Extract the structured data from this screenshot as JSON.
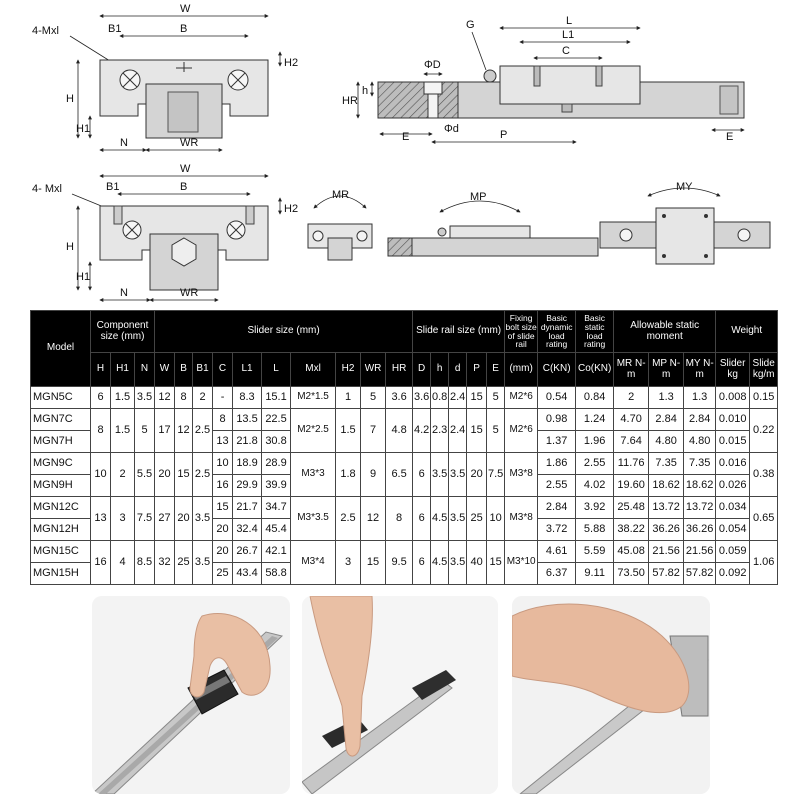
{
  "diagrams": {
    "front_top": {
      "labels": {
        "screw": "4-Mxl",
        "b1": "B1",
        "b": "B",
        "w": "W",
        "h2": "H2",
        "h": "H",
        "h1": "H1",
        "n": "N",
        "wr": "WR"
      }
    },
    "side": {
      "labels": {
        "g": "G",
        "l": "L",
        "l1": "L1",
        "c": "C",
        "phi_d": "ΦD",
        "hr": "HR",
        "h": "h",
        "phi_d_small": "Φd",
        "e_left": "E",
        "p": "P",
        "e_right": "E"
      }
    },
    "front_bottom": {
      "labels": {
        "screw": "4- Mxl",
        "b1": "B1",
        "b": "B",
        "w": "W",
        "h2": "H2",
        "h": "H",
        "h1": "H1",
        "n": "N",
        "wr": "WR"
      }
    },
    "moments": {
      "mr": "MR",
      "mp": "MP",
      "my": "MY"
    }
  },
  "table": {
    "headers": {
      "model": "Model",
      "component_size": "Component size (mm)",
      "slider_size": "Slider size (mm)",
      "slide_rail_size": "Slide rail size (mm)",
      "fixing_bolt": "Fixing bolt size of slide rail",
      "basic_dynamic": "Basic dynamic load rating",
      "basic_static": "Basic static load rating",
      "allowable_moment": "Allowable static moment",
      "weight": "Weight"
    },
    "subheaders": [
      "H",
      "H1",
      "N",
      "W",
      "B",
      "B1",
      "C",
      "L1",
      "L",
      "Mxl",
      "H2",
      "WR",
      "HR",
      "D",
      "h",
      "d",
      "P",
      "E",
      "(mm)",
      "C(KN)",
      "Co(KN)",
      "MR N-m",
      "MP N-m",
      "MY N-m",
      "Slider kg",
      "Slide kg/m"
    ],
    "rows": [
      {
        "model": "MGN5C",
        "H": "6",
        "H1": "1.5",
        "N": "3.5",
        "W": "12",
        "B": "8",
        "B1": "2",
        "C": "-",
        "L1": "8.3",
        "L": "15.1",
        "Mxl": "M2*1.5",
        "H2": "1",
        "WR": "5",
        "HR": "3.6",
        "D": "3.6",
        "h": "0.8",
        "d": "2.4",
        "P": "15",
        "E": "5",
        "bolt": "M2*6",
        "C_KN": "0.54",
        "Co_KN": "0.84",
        "MR": "2",
        "MP": "1.3",
        "MY": "1.3",
        "slider_kg": "0.008",
        "slide_kgm": "0.15"
      },
      {
        "model": "MGN7C",
        "H": "8",
        "H1": "1.5",
        "N": "5",
        "W": "17",
        "B": "12",
        "B1": "2.5",
        "C": "8",
        "L1": "13.5",
        "L": "22.5",
        "Mxl": "M2*2.5",
        "H2": "1.5",
        "WR": "7",
        "HR": "4.8",
        "D": "4.2",
        "h": "2.3",
        "d": "2.4",
        "P": "15",
        "E": "5",
        "bolt": "M2*6",
        "C_KN": "0.98",
        "Co_KN": "1.24",
        "MR": "4.70",
        "MP": "2.84",
        "MY": "2.84",
        "slider_kg": "0.010",
        "slide_kgm": "0.22"
      },
      {
        "model": "MGN7H",
        "C": "13",
        "L1": "21.8",
        "L": "30.8",
        "C_KN": "1.37",
        "Co_KN": "1.96",
        "MR": "7.64",
        "MP": "4.80",
        "MY": "4.80",
        "slider_kg": "0.015"
      },
      {
        "model": "MGN9C",
        "H": "10",
        "H1": "2",
        "N": "5.5",
        "W": "20",
        "B": "15",
        "B1": "2.5",
        "C": "10",
        "L1": "18.9",
        "L": "28.9",
        "Mxl": "M3*3",
        "H2": "1.8",
        "WR": "9",
        "HR": "6.5",
        "D": "6",
        "h": "3.5",
        "d": "3.5",
        "P": "20",
        "E": "7.5",
        "bolt": "M3*8",
        "C_KN": "1.86",
        "Co_KN": "2.55",
        "MR": "11.76",
        "MP": "7.35",
        "MY": "7.35",
        "slider_kg": "0.016",
        "slide_kgm": "0.38"
      },
      {
        "model": "MGN9H",
        "C": "16",
        "L1": "29.9",
        "L": "39.9",
        "C_KN": "2.55",
        "Co_KN": "4.02",
        "MR": "19.60",
        "MP": "18.62",
        "MY": "18.62",
        "slider_kg": "0.026"
      },
      {
        "model": "MGN12C",
        "H": "13",
        "H1": "3",
        "N": "7.5",
        "W": "27",
        "B": "20",
        "B1": "3.5",
        "C": "15",
        "L1": "21.7",
        "L": "34.7",
        "Mxl": "M3*3.5",
        "H2": "2.5",
        "WR": "12",
        "HR": "8",
        "D": "6",
        "h": "4.5",
        "d": "3.5",
        "P": "25",
        "E": "10",
        "bolt": "M3*8",
        "C_KN": "2.84",
        "Co_KN": "3.92",
        "MR": "25.48",
        "MP": "13.72",
        "MY": "13.72",
        "slider_kg": "0.034",
        "slide_kgm": "0.65"
      },
      {
        "model": "MGN12H",
        "C": "20",
        "L1": "32.4",
        "L": "45.4",
        "C_KN": "3.72",
        "Co_KN": "5.88",
        "MR": "38.22",
        "MP": "36.26",
        "MY": "36.26",
        "slider_kg": "0.054"
      },
      {
        "model": "MGN15C",
        "H": "16",
        "H1": "4",
        "N": "8.5",
        "W": "32",
        "B": "25",
        "B1": "3.5",
        "C": "20",
        "L1": "26.7",
        "L": "42.1",
        "Mxl": "M3*4",
        "H2": "3",
        "WR": "15",
        "HR": "9.5",
        "D": "6",
        "h": "4.5",
        "d": "3.5",
        "P": "40",
        "E": "15",
        "bolt": "M3*10",
        "C_KN": "4.61",
        "Co_KN": "5.59",
        "MR": "45.08",
        "MP": "21.56",
        "MY": "21.56",
        "slider_kg": "0.059",
        "slide_kgm": "1.06"
      },
      {
        "model": "MGN15H",
        "C": "25",
        "L1": "43.4",
        "L": "58.8",
        "C_KN": "6.37",
        "Co_KN": "9.11",
        "MR": "73.50",
        "MP": "57.82",
        "MY": "57.82",
        "slider_kg": "0.092"
      }
    ]
  },
  "colors": {
    "header_bg": "#000000",
    "header_text": "#ffffff",
    "metal": "#e6e6e6",
    "rail": "#d4d4d4",
    "skin": "#e8b89c"
  }
}
